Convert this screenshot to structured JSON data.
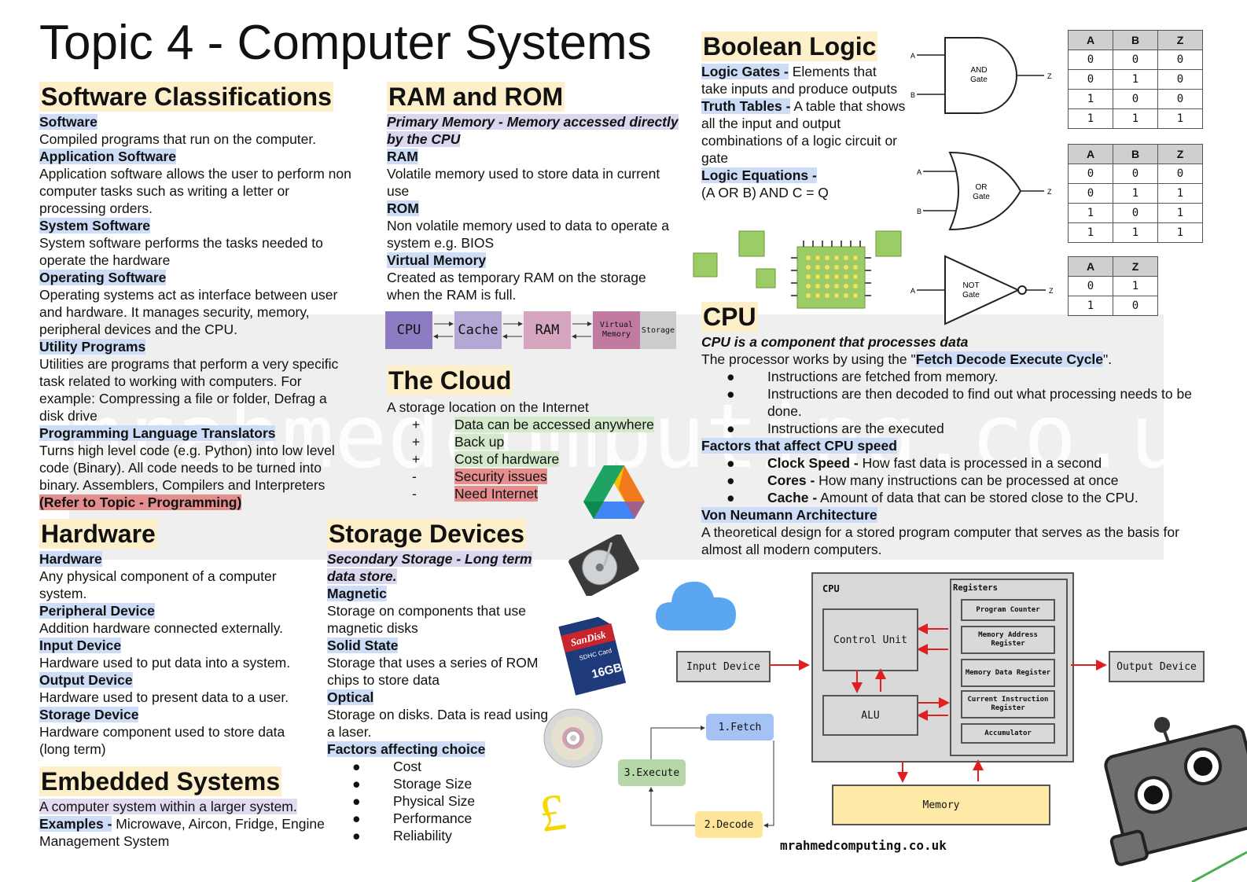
{
  "title": "Topic 4 - Computer Systems",
  "watermark": "mrahmedcomputing.co.uk",
  "footer_url": "mrahmedcomputing.co.uk",
  "software": {
    "heading": "Software Classifications",
    "items": [
      {
        "label": "Software",
        "text": "Compiled programs that run on the computer."
      },
      {
        "label": "Application Software",
        "text": "Application software allows the user to perform non computer tasks such as writing a letter or processing orders."
      },
      {
        "label": "System Software",
        "text": "System software performs the tasks needed to operate the hardware"
      },
      {
        "label": "Operating Software",
        "text": "Operating systems act as interface between user and hardware. It manages security, memory, peripheral devices and the CPU."
      },
      {
        "label": "Utility Programs",
        "text": "Utilities are programs that perform a very specific task related to working with computers. For example: Compressing a file or folder, Defrag a disk drive"
      },
      {
        "label": "Programming Language Translators",
        "text": "Turns high level code (e.g. Python) into low level code (Binary). All code needs to be turned into binary. Assemblers, Compilers and Interpreters"
      }
    ],
    "refer": "(Refer to Topic - Programming)"
  },
  "ram_rom": {
    "heading": "RAM and ROM",
    "subtitle": "Primary Memory - Memory accessed directly by the CPU",
    "items": [
      {
        "label": "RAM",
        "text": "Volatile memory used to store data in current use"
      },
      {
        "label": "ROM",
        "text": "Non volatile memory used to data to operate a system e.g. BIOS"
      },
      {
        "label": "Virtual Memory",
        "text": "Created as temporary RAM on the storage when the RAM is full."
      }
    ],
    "hierarchy": [
      "CPU",
      "Cache",
      "RAM",
      "Virtual Memory",
      "Storage"
    ],
    "hierarchy_colors": [
      "#8e7cc3",
      "#b4a7d6",
      "#d5a6bd",
      "#c27ba0",
      "#cccccc"
    ]
  },
  "cloud": {
    "heading": "The Cloud",
    "intro": "A storage location on the Internet",
    "pros": [
      "Data can be accessed anywhere",
      "Back up",
      "Cost of hardware"
    ],
    "cons": [
      "Security issues",
      "Need Internet"
    ],
    "plus_symbol": "+",
    "minus_symbol": "-"
  },
  "boolean": {
    "heading": "Boolean Logic",
    "items": [
      {
        "label": "Logic Gates -",
        "text": " Elements that take inputs and produce outputs"
      },
      {
        "label": "Truth Tables -",
        "text": " A table that shows all the input and output combinations of a logic circuit or gate"
      },
      {
        "label": "Logic Equations -",
        "text": ""
      }
    ],
    "equation": "(A OR B) AND C = Q",
    "gates": [
      {
        "name": "AND Gate",
        "l1": "AND",
        "l2": "Gate",
        "a": "A",
        "b": "B",
        "out": "Z"
      },
      {
        "name": "OR Gate",
        "l1": "OR",
        "l2": "Gate",
        "a": "A",
        "b": "B",
        "out": "Z"
      },
      {
        "name": "NOT Gate",
        "l1": "NOT",
        "l2": "Gate",
        "a": "A",
        "out": "Z"
      }
    ],
    "and_table": {
      "headers": [
        "A",
        "B",
        "Z"
      ],
      "rows": [
        [
          "0",
          "0",
          "0"
        ],
        [
          "0",
          "1",
          "0"
        ],
        [
          "1",
          "0",
          "0"
        ],
        [
          "1",
          "1",
          "1"
        ]
      ]
    },
    "or_table": {
      "headers": [
        "A",
        "B",
        "Z"
      ],
      "rows": [
        [
          "0",
          "0",
          "0"
        ],
        [
          "0",
          "1",
          "1"
        ],
        [
          "1",
          "0",
          "1"
        ],
        [
          "1",
          "1",
          "1"
        ]
      ]
    },
    "not_table": {
      "headers": [
        "A",
        "Z"
      ],
      "rows": [
        [
          "0",
          "1"
        ],
        [
          "1",
          "0"
        ]
      ]
    }
  },
  "cpu": {
    "heading": "CPU",
    "subtitle": "CPU is a component that processes data",
    "intro_pre": "The processor works by using the \"",
    "intro_hl": "Fetch Decode Execute Cycle",
    "intro_post": "\".",
    "cycle": [
      "Instructions are fetched from memory.",
      "Instructions are then decoded to find out what processing needs to be done.",
      "Instructions are the executed"
    ],
    "factors_label": "Factors that affect CPU speed",
    "factors": [
      {
        "term": "Clock Speed -",
        "text": " How fast data is processed in a second"
      },
      {
        "term": "Cores -",
        "text": " How many instructions can be processed at once"
      },
      {
        "term": "Cache -",
        "text": " Amount of data that can be stored close to the CPU."
      }
    ],
    "vn_label": "Von Neumann Architecture",
    "vn_text": "A theoretical design for a stored program computer that serves as the basis for almost all modern computers."
  },
  "hardware": {
    "heading": "Hardware",
    "items": [
      {
        "label": "Hardware",
        "text": "Any physical component of a computer system."
      },
      {
        "label": "Peripheral Device",
        "text": "Addition hardware connected externally."
      },
      {
        "label": "Input Device",
        "text": "Hardware used to put data into a system."
      },
      {
        "label": "Output Device",
        "text": "Hardware used to present data to a user."
      },
      {
        "label": "Storage Device",
        "text": "Hardware component used to store data (long term)"
      }
    ]
  },
  "storage": {
    "heading": "Storage Devices",
    "subtitle": "Secondary Storage - Long term data store.",
    "items": [
      {
        "label": "Magnetic",
        "text": "Storage on components that use magnetic disks"
      },
      {
        "label": "Solid State",
        "text": "Storage that uses a series of ROM chips to store data"
      },
      {
        "label": "Optical",
        "text": "Storage on disks. Data is read using a laser."
      }
    ],
    "factors_label": "Factors affecting choice",
    "factors": [
      "Cost",
      "Storage Size",
      "Physical Size",
      "Performance",
      "Reliability"
    ],
    "sd_brand": "SanDisk",
    "sd_type": "SDHC Card",
    "sd_size": "16GB",
    "pound": "£"
  },
  "embedded": {
    "heading": "Embedded Systems",
    "definition": "A computer system within a larger system.",
    "examples_label": "Examples -",
    "examples": " Microwave, Aircon, Fridge, Engine Management System"
  },
  "fde": {
    "fetch": "1.Fetch",
    "decode": "2.Decode",
    "execute": "3.Execute"
  },
  "vn_diagram": {
    "cpu": "CPU",
    "registers": "Registers",
    "control_unit": "Control Unit",
    "alu": "ALU",
    "regs": [
      "Program Counter",
      "Memory Address Register",
      "Memory Data Register",
      "Current Instruction Register",
      "Accumulator"
    ],
    "input": "Input Device",
    "output": "Output Device",
    "memory": "Memory"
  },
  "bullet": "●"
}
